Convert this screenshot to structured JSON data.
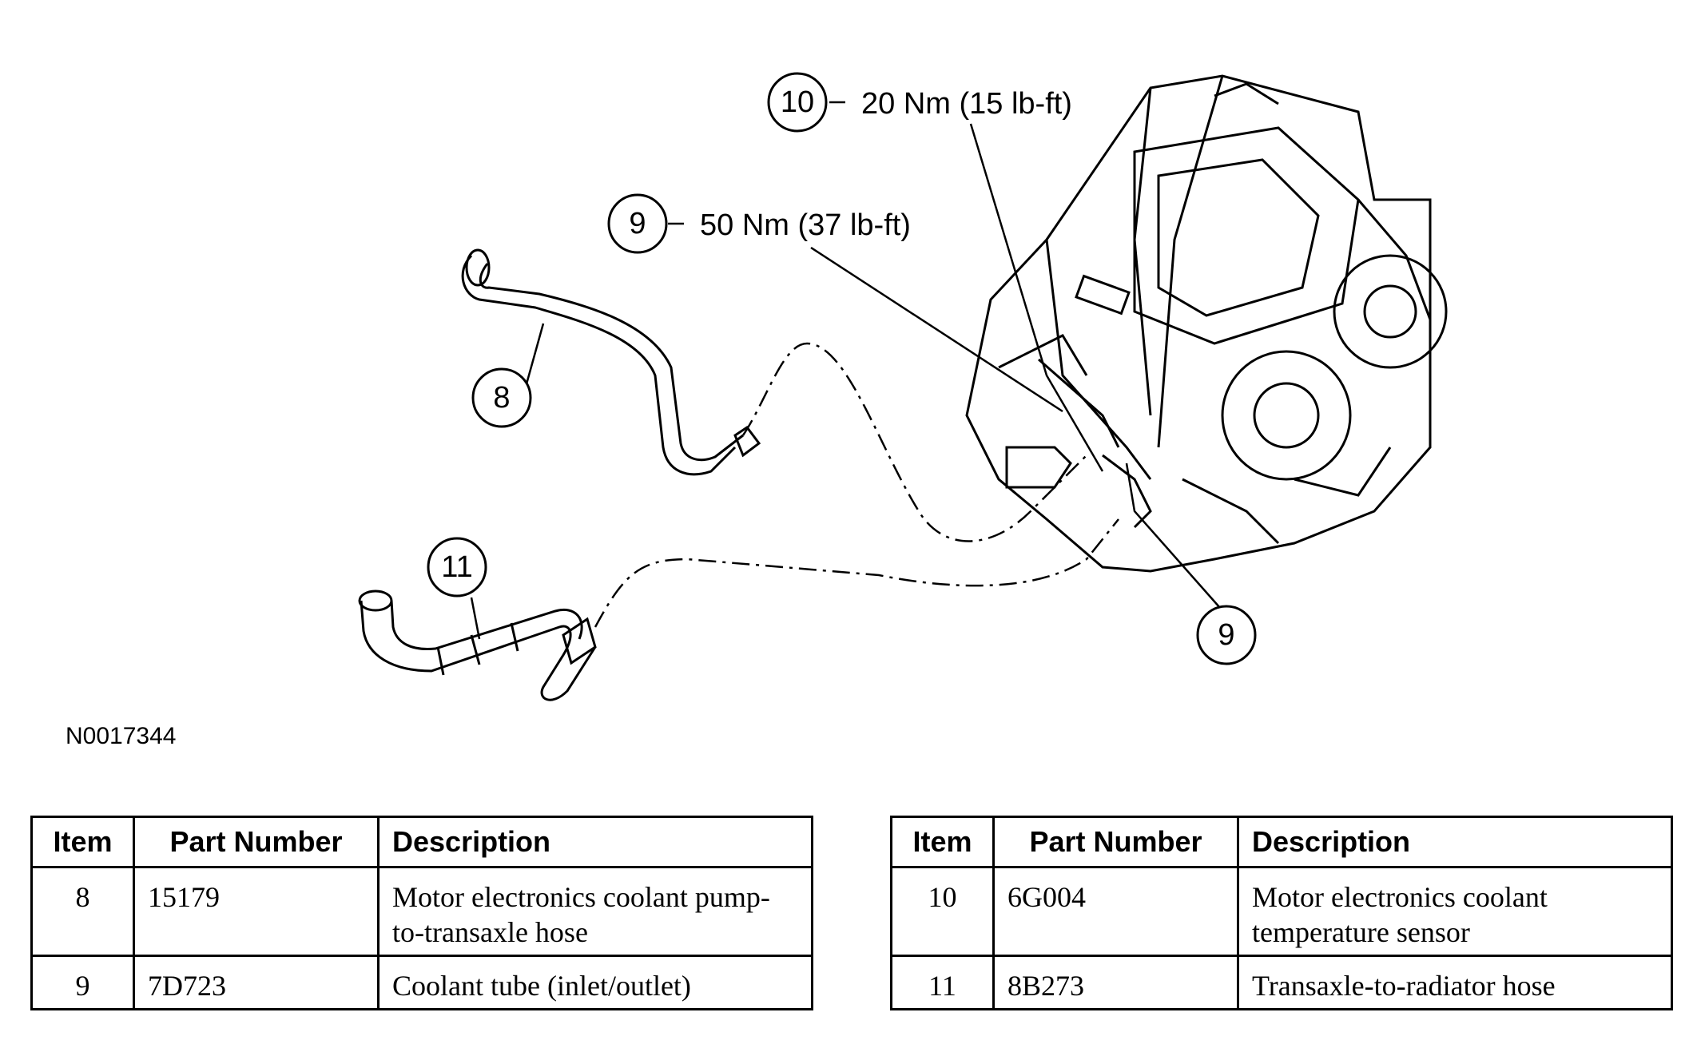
{
  "callouts": {
    "c10": {
      "number": "10",
      "torque": "20 Nm (15 lb-ft)"
    },
    "c9_top": {
      "number": "9",
      "torque": "50 Nm (37 lb-ft)"
    },
    "c8": {
      "number": "8"
    },
    "c11": {
      "number": "11"
    },
    "c9_bottom": {
      "number": "9"
    }
  },
  "figure_id": "N0017344",
  "tables": {
    "headers": {
      "item": "Item",
      "part_number": "Part Number",
      "description": "Description"
    },
    "left_rows": [
      {
        "item": "8",
        "part_number": "15179",
        "description": "Motor electronics coolant pump-to-transaxle hose"
      },
      {
        "item": "9",
        "part_number": "7D723",
        "description": "Coolant tube (inlet/outlet)"
      }
    ],
    "right_rows": [
      {
        "item": "10",
        "part_number": "6G004",
        "description": "Motor electronics coolant temperature sensor"
      },
      {
        "item": "11",
        "part_number": "8B273",
        "description": "Transaxle-to-radiator hose"
      }
    ]
  }
}
